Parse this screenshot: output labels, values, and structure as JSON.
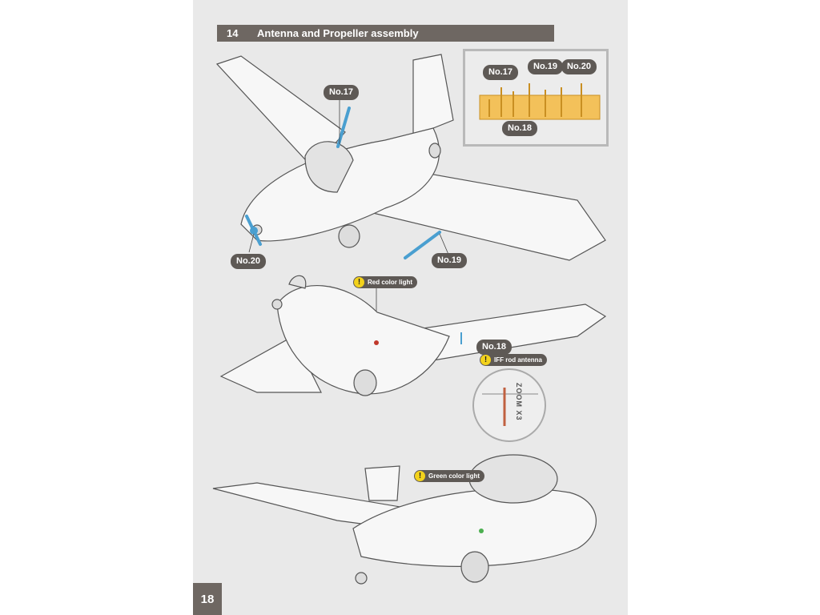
{
  "step": {
    "number": "14",
    "title": "Antenna and Propeller assembly"
  },
  "callouts": {
    "no17": "No.17",
    "no18": "No.18",
    "no19": "No.19",
    "no20": "No.20"
  },
  "notes": {
    "warn_symbol": "!",
    "red_light": "Red color light",
    "iff_antenna": "IFF rod antenna",
    "green_light": "Green color light"
  },
  "zoom_label": "ZOOM X3",
  "page_number": "18",
  "colors": {
    "header": "#6e6762",
    "callout": "#5e5955",
    "part_blue": "#4a9fd0",
    "warning_yellow": "#f3d21b",
    "sprue_orange": "#f0b43a"
  }
}
